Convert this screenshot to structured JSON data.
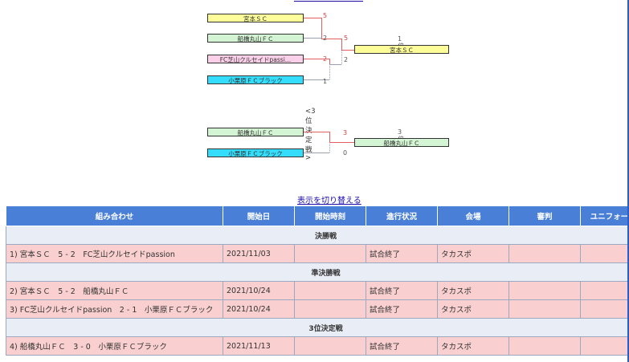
{
  "bracket": {
    "teams_main": [
      "宮本ＳＣ",
      "船橋丸山ＦＣ",
      "FC芝山クルセイドpassi…",
      "小栗原ＦＣブラック"
    ],
    "team_colors": [
      "#fdfd9a",
      "#d4f5d4",
      "#fdd0ea",
      "#33ddfb"
    ],
    "semi_scores": [
      "5",
      "2",
      "2",
      "1"
    ],
    "final_scores": [
      "5",
      "2"
    ],
    "champion_rank": "1位",
    "champion": "宮本ＳＣ",
    "third_heading": "<3位決定戦>",
    "third_teams": [
      "船橋丸山ＦＣ",
      "小栗原ＦＣブラック"
    ],
    "third_colors": [
      "#d4f5d4",
      "#33ddfb"
    ],
    "third_scores": [
      "3",
      "0"
    ],
    "third_rank": "3位",
    "third_winner": "船橋丸山ＦＣ"
  },
  "toggle_label": "表示を切り替える",
  "table": {
    "headers": [
      "組み合わせ",
      "開始日",
      "開始時刻",
      "進行状況",
      "会場",
      "審判",
      "ユニフォーム"
    ],
    "groups": [
      {
        "round": "決勝戦",
        "matches": [
          {
            "match": "1)  宮本ＳＣ　5 - 2　FC芝山クルセイドpassion",
            "date": "2021/11/03",
            "time": "",
            "status": "試合終了",
            "venue": "タカスポ",
            "referee": "",
            "uniform": ""
          }
        ]
      },
      {
        "round": "準決勝戦",
        "matches": [
          {
            "match": "2)  宮本ＳＣ　5 - 2　船橋丸山ＦＣ",
            "date": "2021/10/24",
            "time": "",
            "status": "試合終了",
            "venue": "タカスポ",
            "referee": "",
            "uniform": ""
          },
          {
            "match": "3)  FC芝山クルセイドpassion　2 - 1　小栗原ＦＣブラック",
            "date": "2021/10/24",
            "time": "",
            "status": "試合終了",
            "venue": "タカスポ",
            "referee": "",
            "uniform": ""
          }
        ]
      },
      {
        "round": "3位決定戦",
        "matches": [
          {
            "match": "4)  船橋丸山ＦＣ　3 - 0　小栗原ＦＣブラック",
            "date": "2021/11/13",
            "time": "",
            "status": "試合終了",
            "venue": "タカスポ",
            "referee": "",
            "uniform": ""
          }
        ]
      }
    ]
  }
}
